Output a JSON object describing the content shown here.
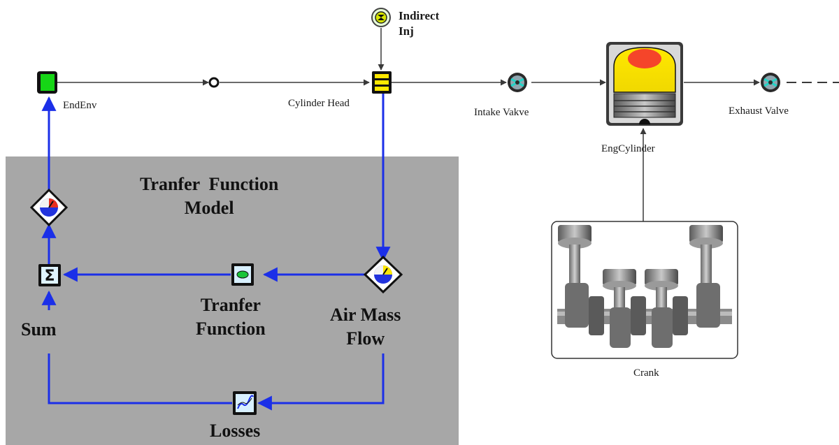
{
  "colors": {
    "panel": "#a7a7a7",
    "signal": "#1b2fe8",
    "flow_line": "#3a3a3a",
    "end_env": "#16d616"
  },
  "labels": {
    "end_env": "EndEnv",
    "cylinder_head": "Cylinder Head",
    "indirect_inj": "Indirect\nInj",
    "intake_valve": "Intake Vakve",
    "eng_cylinder": "EngCylinder",
    "exhaust_valve": "Exhaust  Valve",
    "crank": "Crank"
  },
  "panel": {
    "title": "Tranfer  Function\nModel",
    "sum": "Sum",
    "transfer_function": "Tranfer\nFunction",
    "air_mass_flow": "Air Mass\nFlow",
    "losses": "Losses"
  },
  "icons": [
    "end-env-icon",
    "orifice-icon",
    "cylinder-head-icon",
    "injector-icon",
    "intake-valve-icon",
    "eng-cylinder-icon",
    "exhaust-valve-icon",
    "crank-icon",
    "sum-icon",
    "transfer-function-icon",
    "air-mass-flow-icon",
    "output-sensor-icon",
    "losses-icon"
  ]
}
